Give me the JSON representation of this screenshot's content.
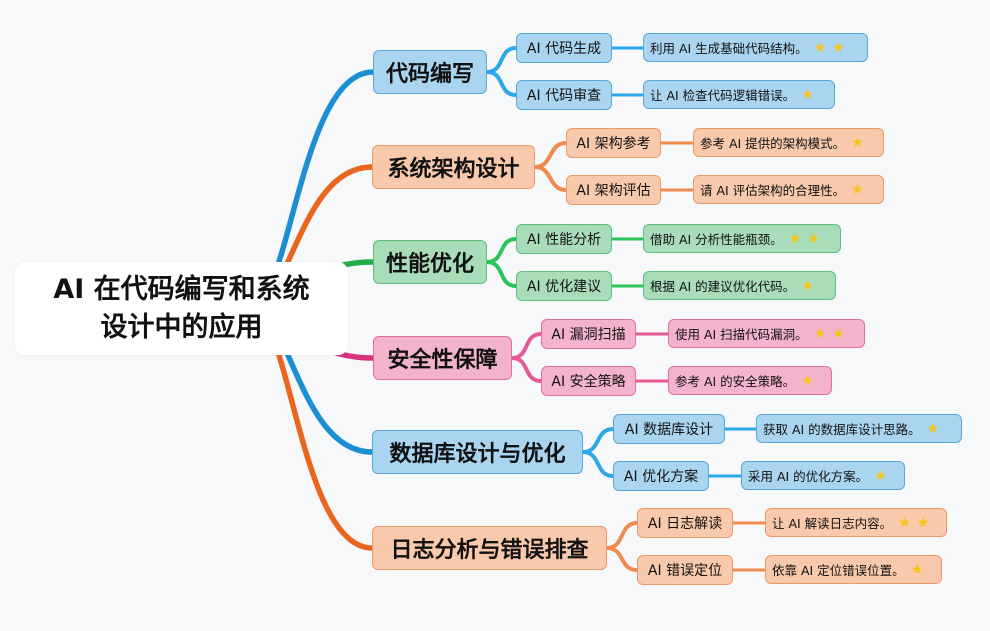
{
  "root": {
    "line1": "AI 在代码编写和系统",
    "line2": "设计中的应用"
  },
  "colors": {
    "blue": {
      "line": "#1b8fd2",
      "fill": "#a9d5f0",
      "border": "#5aa8d8",
      "leafLine": "#2ba8e8"
    },
    "orange": {
      "line": "#e8661e",
      "fill": "#f9c9ab",
      "border": "#eb9a6b",
      "leafLine": "#f08a50"
    },
    "green": {
      "line": "#1fae48",
      "fill": "#a9ddb9",
      "border": "#5cbf7a",
      "leafLine": "#2cc45a"
    },
    "pink": {
      "line": "#d7337b",
      "fill": "#f4b3cd",
      "border": "#e06fa0",
      "leafLine": "#e55a96"
    }
  },
  "branches": [
    {
      "label": "代码编写",
      "color": "blue",
      "children": [
        {
          "label": "AI 代码生成",
          "detail": "利用 AI 生成基础代码结构。",
          "stars": 2
        },
        {
          "label": "AI 代码审查",
          "detail": "让 AI 检查代码逻辑错误。",
          "stars": 1
        }
      ]
    },
    {
      "label": "系统架构设计",
      "color": "orange",
      "children": [
        {
          "label": "AI 架构参考",
          "detail": "参考 AI 提供的架构模式。",
          "stars": 1
        },
        {
          "label": "AI 架构评估",
          "detail": "请 AI 评估架构的合理性。",
          "stars": 1
        }
      ]
    },
    {
      "label": "性能优化",
      "color": "green",
      "children": [
        {
          "label": "AI 性能分析",
          "detail": "借助 AI 分析性能瓶颈。",
          "stars": 2
        },
        {
          "label": "AI 优化建议",
          "detail": "根据 AI 的建议优化代码。",
          "stars": 1
        }
      ]
    },
    {
      "label": "安全性保障",
      "color": "pink",
      "children": [
        {
          "label": "AI 漏洞扫描",
          "detail": "使用 AI 扫描代码漏洞。",
          "stars": 2
        },
        {
          "label": "AI 安全策略",
          "detail": "参考 AI 的安全策略。",
          "stars": 1
        }
      ]
    },
    {
      "label": "数据库设计与优化",
      "color": "blue",
      "children": [
        {
          "label": "AI 数据库设计",
          "detail": "获取 AI 的数据库设计思路。",
          "stars": 1
        },
        {
          "label": "AI 优化方案",
          "detail": "采用 AI 的优化方案。",
          "stars": 1
        }
      ]
    },
    {
      "label": "日志分析与错误排查",
      "color": "orange",
      "children": [
        {
          "label": "AI 日志解读",
          "detail": "让 AI 解读日志内容。",
          "stars": 2
        },
        {
          "label": "AI 错误定位",
          "detail": "依靠 AI 定位错误位置。",
          "stars": 1
        }
      ]
    }
  ]
}
